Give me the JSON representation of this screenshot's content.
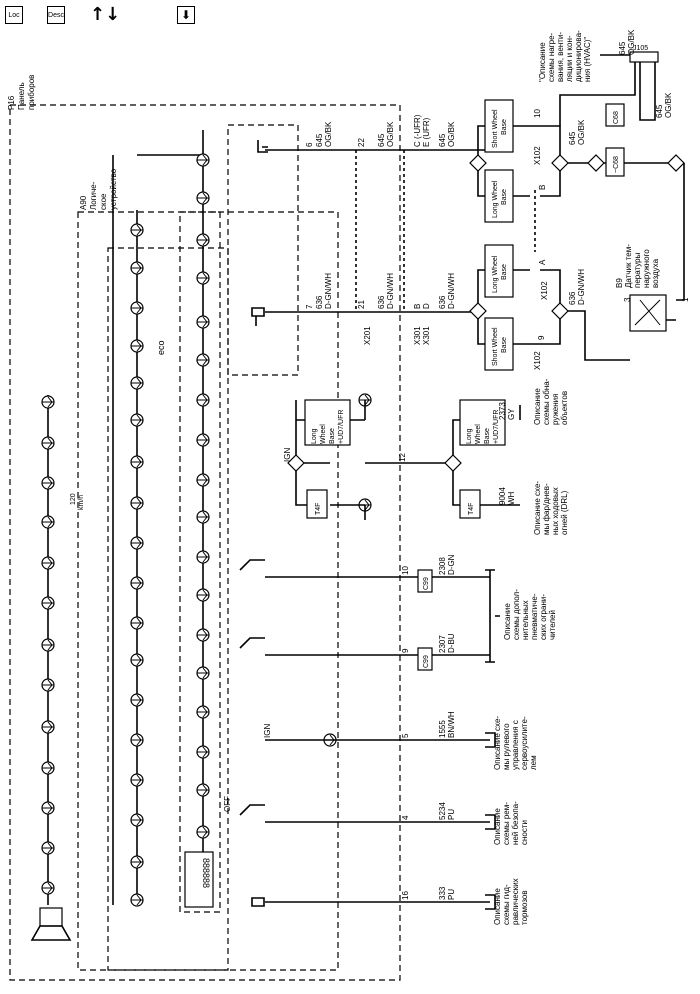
{
  "toolbar": {
    "loc_label": "Loc",
    "desc_label": "Desc",
    "nav_up_label": "↑↓",
    "down_label": "⬇"
  },
  "labels": {
    "p16": "P16",
    "panel": "Панель",
    "priborov": "приборов",
    "a90": "A90",
    "logich1": "Логиче-",
    "logich2": "ское",
    "logich3": "устройство",
    "w6": "6",
    "w645a": "645",
    "wogbka": "OG/BK",
    "w22": "22",
    "w645b": "645",
    "wogbkb": "OG/BK",
    "wcufr": "C (-UFR)",
    "weufr": "E (UFR)",
    "w645c": "645",
    "wogbkc": "OG/BK",
    "w7": "7",
    "w636a": "636",
    "wdgna": "D-GN/WH",
    "w21": "21",
    "w636b": "636",
    "wdgnb": "D-GN/WH",
    "wb": "B",
    "wd": "D",
    "w636c": "636",
    "wdgnc": "D-GN/WH",
    "x201": "X201",
    "x301a": "X301",
    "x301b": "X301",
    "sw1": "Short Wheel",
    "sw2": "Base",
    "lw1": "Long Wheel",
    "lw2": "Base",
    "x102a": "X102",
    "x102b": "X102",
    "x102c": "X102",
    "n10": "10",
    "n9": "9",
    "nb": "B",
    "na": "A",
    "w645d": "645",
    "wogbkd": "OG/BK",
    "w636d": "636",
    "wdgnd": "D-GN/WH",
    "c68": "C68",
    "c68b": "~C68",
    "w645e": "645",
    "wogbke": "OG/BK",
    "j105": "J105",
    "w645f": "645",
    "wogbkf": "OG/BK",
    "hvac1": "\"Описание",
    "hvac2": "схемы нагре-",
    "hvac3": "вания, венти-",
    "hvac4": "ляции и кон-",
    "hvac5": "диционирова-",
    "hvac6": "ния (HVAC)\"",
    "b9": "B9",
    "sens1": "Датчик тем-",
    "sens2": "пературы",
    "sens3": "наружного",
    "sens4": "воздуха",
    "n3": "3",
    "n1": "1",
    "ign1": "IGN",
    "t4f1": "T4F",
    "t4f2": "T4F",
    "lwu1": "Long",
    "lwu2": "Wheel",
    "lwu3": "Base",
    "lwu4": "+UD7/UFR",
    "n12": "12",
    "w2373": "2373",
    "wgy": "GY",
    "obj1": "Описание",
    "obj2": "схемы обна-",
    "obj3": "ружения",
    "obj4": "объектов",
    "w9004": "9004",
    "wwh": "WH",
    "drl1": "Описание схе-",
    "drl2": "мы фар/днев-",
    "drl3": "ных ходовых",
    "drl4": "огней (DRL)",
    "c99a": "C99",
    "c99b": "C99",
    "n10b": "10",
    "w2308": "2308",
    "wdgn2": "D-GN",
    "n9b": "9",
    "w2307": "2307",
    "wdbu": "D-BU",
    "pn1": "Описание",
    "pn2": "схемы допол-",
    "pn3": "нительных",
    "pn4": "пневматиче-",
    "pn5": "ских ограни-",
    "pn6": "чителей",
    "ign2": "IGN",
    "n5": "5",
    "w1555": "1555",
    "wbnwh": "BN/WH",
    "st1": "Описание схе-",
    "st2": "мы рулевого",
    "st3": "управления с",
    "st4": "сервоусилите-",
    "st5": "лем",
    "n4": "4",
    "w5234": "5234",
    "wpu1": "PU",
    "sb1": "Описание",
    "sb2": "схемы рем-",
    "sb3": "ней безопа-",
    "sb4": "сности",
    "n16": "16",
    "w333": "333",
    "wpu2": "PU",
    "br1": "Описание",
    "br2": "схемы гид-",
    "br3": "равлических",
    "br4": "тормозов",
    "lbl120a": "120",
    "lbl120b": "km/h",
    "eco": "eco",
    "off": "OFF",
    "display": "888888"
  }
}
